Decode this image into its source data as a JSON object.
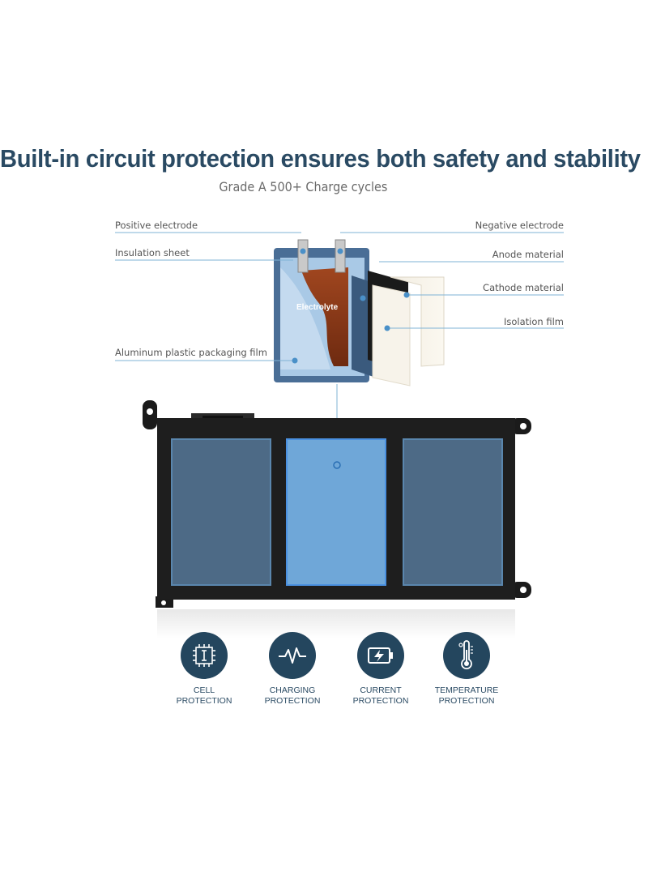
{
  "headline": "Built-in circuit protection ensures both safety and stability",
  "subheadline": "Grade A 500+ Charge cycles",
  "diagram": {
    "left_labels": {
      "positive_electrode": "Positive electrode",
      "insulation_sheet": "Insulation sheet",
      "aluminum_film": "Aluminum plastic packaging film"
    },
    "right_labels": {
      "negative_electrode": "Negative electrode",
      "anode_material": "Anode material",
      "cathode_material": "Cathode material",
      "isolation_film": "Isolation film"
    },
    "electrolyte_label": "Electrolyte"
  },
  "protections": [
    {
      "line1": "CELL",
      "line2": "PROTECTION",
      "icon": "chip-icon"
    },
    {
      "line1": "CHARGING",
      "line2": "PROTECTION",
      "icon": "waveform-icon"
    },
    {
      "line1": "CURRENT",
      "line2": "PROTECTION",
      "icon": "battery-bolt-icon"
    },
    {
      "line1": "TEMPERATURE",
      "line2": "PROTECTION",
      "icon": "thermometer-icon"
    }
  ],
  "colors": {
    "headline": "#2a4a63",
    "icon_circle": "#24465e",
    "leader_line": "#7fb3d6",
    "cell_highlight": "#6fa7d8",
    "cell_dark": "#4d6a86",
    "electrolyte": "#8b3a1c"
  }
}
